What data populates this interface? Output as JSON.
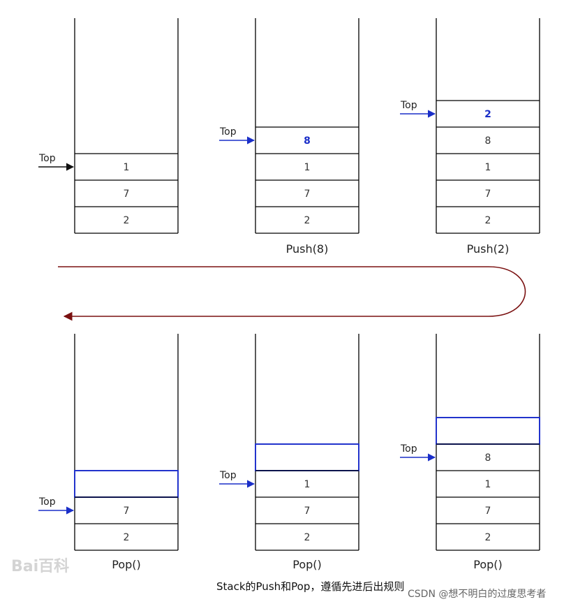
{
  "top_label": "Top",
  "stacks": [
    {
      "id": "s1",
      "cells": [
        {
          "value": "1"
        },
        {
          "value": "7"
        },
        {
          "value": "2"
        }
      ],
      "caption": ""
    },
    {
      "id": "s2",
      "cells": [
        {
          "value": "8",
          "highlight": true
        },
        {
          "value": "1"
        },
        {
          "value": "7"
        },
        {
          "value": "2"
        }
      ],
      "caption": "Push(8)"
    },
    {
      "id": "s3",
      "cells": [
        {
          "value": "2",
          "highlight": true
        },
        {
          "value": "8"
        },
        {
          "value": "1"
        },
        {
          "value": "7"
        },
        {
          "value": "2"
        }
      ],
      "caption": "Push(2)"
    },
    {
      "id": "s4",
      "cells": [
        {
          "value": "",
          "outlined": true
        },
        {
          "value": "7"
        },
        {
          "value": "2"
        }
      ],
      "caption": "Pop()"
    },
    {
      "id": "s5",
      "cells": [
        {
          "value": "",
          "outlined": true
        },
        {
          "value": "1"
        },
        {
          "value": "7"
        },
        {
          "value": "2"
        }
      ],
      "caption": "Pop()"
    },
    {
      "id": "s6",
      "cells": [
        {
          "value": "",
          "outlined": true
        },
        {
          "value": "8"
        },
        {
          "value": "1"
        },
        {
          "value": "7"
        },
        {
          "value": "2"
        }
      ],
      "caption": "Pop()"
    }
  ],
  "diagram_title": "Stack的Push和Pop，遵循先进后出规则",
  "watermark": "CSDN @想不明白的过度思考者",
  "logo_text": "Bai百科",
  "colors": {
    "line": "#000000",
    "push_arrow": "#1a2ec8",
    "top_arrow_first": "#111111",
    "flow_arrow": "#7a1010",
    "outlined_cell": "#2233cc"
  }
}
